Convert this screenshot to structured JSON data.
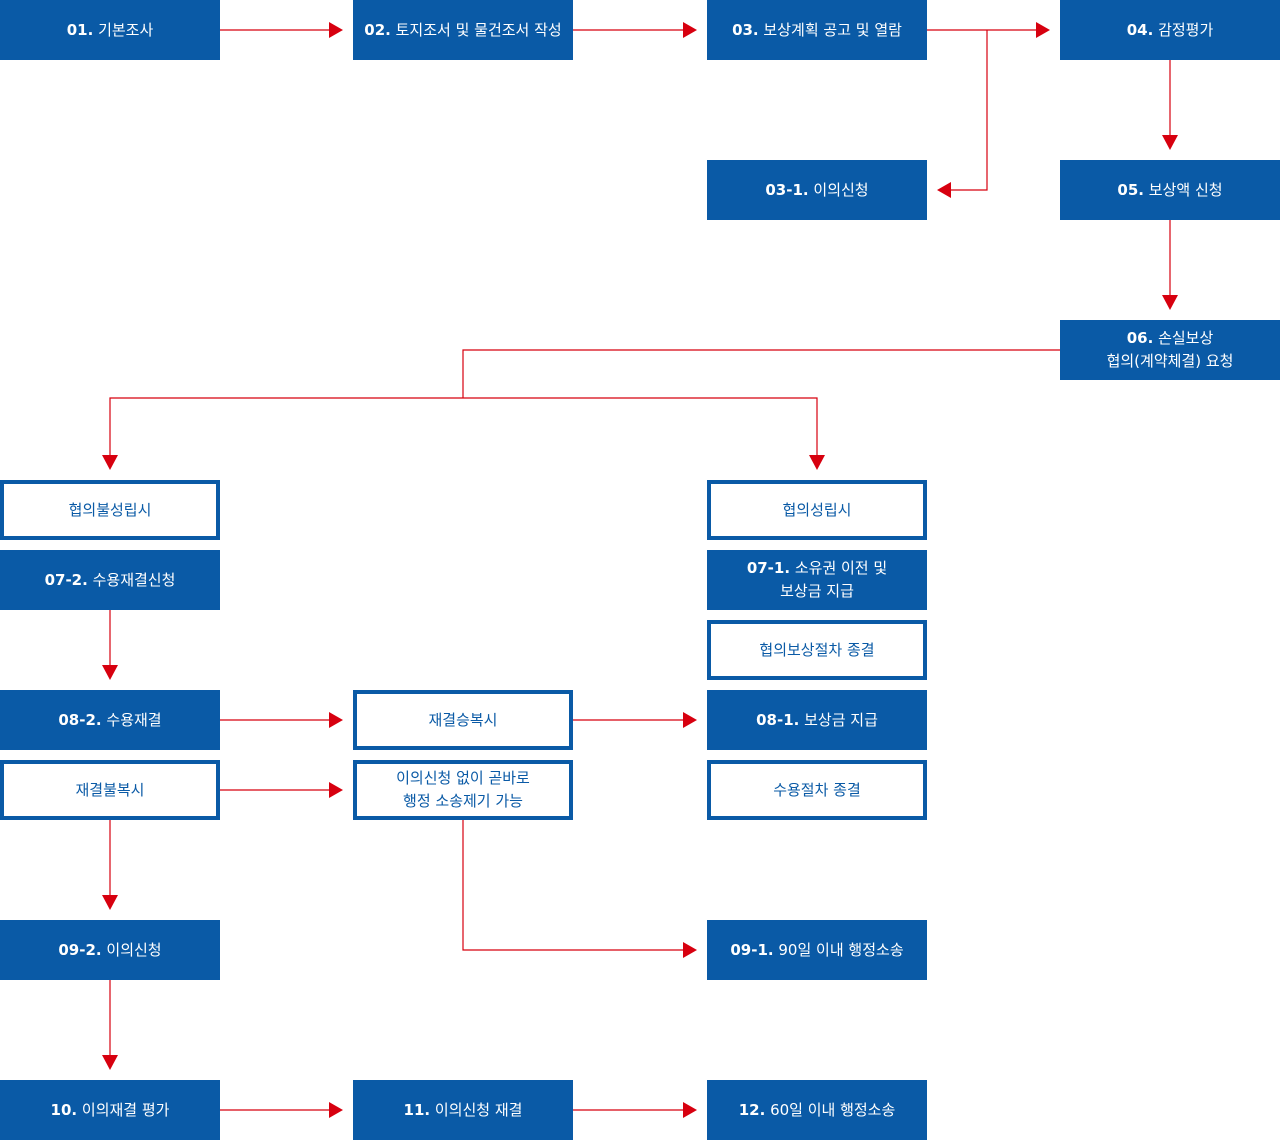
{
  "colors": {
    "box_fill": "#0a5aa6",
    "arrow": "#d7000f",
    "background": "#ffffff"
  },
  "steps": {
    "s01": {
      "num": "01.",
      "label": "기본조사"
    },
    "s02": {
      "num": "02.",
      "label": "토지조서 및 물건조서 작성"
    },
    "s03": {
      "num": "03.",
      "label": "보상계획 공고 및 열람"
    },
    "s04": {
      "num": "04.",
      "label": "감정평가"
    },
    "s03_1": {
      "num": "03-1.",
      "label": "이의신청"
    },
    "s05": {
      "num": "05.",
      "label": "보상액 신청"
    },
    "s06": {
      "num": "06.",
      "label": "손실보상\n협의(계약체결) 요청"
    },
    "s07_2": {
      "num": "07-2.",
      "label": "수용재결신청"
    },
    "s07_1": {
      "num": "07-1.",
      "label": "소유권 이전 및\n보상금 지급"
    },
    "s08_2": {
      "num": "08-2.",
      "label": "수용재결"
    },
    "s08_1": {
      "num": "08-1.",
      "label": "보상금 지급"
    },
    "s09_2": {
      "num": "09-2.",
      "label": "이의신청"
    },
    "s09_1": {
      "num": "09-1.",
      "label": "90일 이내 행정소송"
    },
    "s10": {
      "num": "10.",
      "label": "이의재결 평가"
    },
    "s11": {
      "num": "11.",
      "label": "이의신청 재결"
    },
    "s12": {
      "num": "12.",
      "label": "60일 이내 행정소송"
    }
  },
  "conditions": {
    "agreement_failed": "협의불성립시",
    "agreement_reached": "협의성립시",
    "agreement_end": "협의보상절차 종결",
    "ruling_accepted": "재결승복시",
    "ruling_rejected": "재결불복시",
    "direct_lawsuit": "이의신청 없이 곧바로\n행정 소송제기 가능",
    "expropriation_end": "수용절차 종결"
  }
}
